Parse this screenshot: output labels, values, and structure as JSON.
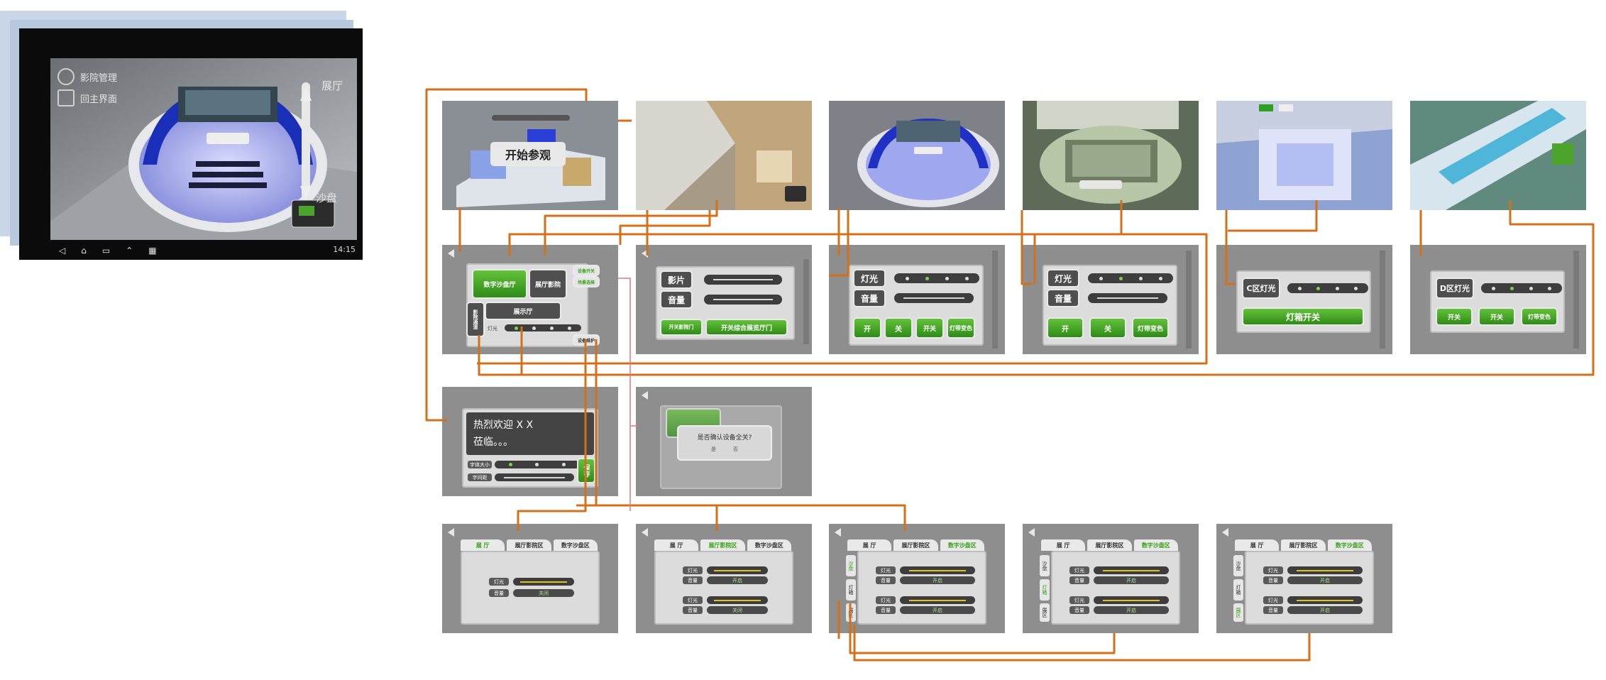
{
  "hero": {
    "menu_items": [
      "影院管理",
      "回主界面"
    ],
    "nav_up": "展厅",
    "nav_down": "沙盘",
    "clock": "14:15"
  },
  "screens": {
    "s1": {
      "start_label": "开始参观"
    },
    "s7": {
      "buttons": [
        "数字沙盘厅",
        "展厅影院",
        "展示厅",
        "影院通道",
        "灯光"
      ],
      "side_tabs": [
        "设备开关",
        "场景选择",
        "设备维护"
      ]
    },
    "s8": {
      "row1": "影片",
      "row2": "音量",
      "btn_left": "开关影院门",
      "btn_right": "开关综合展览厅门"
    },
    "s9": {
      "row1": "灯光",
      "row2": "音量",
      "buttons": [
        "开",
        "关",
        "开关",
        "灯带变色"
      ]
    },
    "s10": {
      "row1": "灯光",
      "row2": "音量",
      "buttons": [
        "开",
        "关",
        "灯带变色"
      ]
    },
    "s11": {
      "row1": "C区灯光",
      "main_btn": "灯箱开关"
    },
    "s12": {
      "row1": "D区灯光",
      "buttons": [
        "开关",
        "开关",
        "灯带变色"
      ]
    },
    "s13": {
      "message_line1": "热烈欢迎 X X",
      "message_line2": "莅临。。。",
      "row_font": "字体大小",
      "row_speed": "字间距",
      "save": "保存"
    },
    "s14": {
      "dialog": "是否确认设备全关?",
      "buttons": [
        "是",
        "否"
      ]
    },
    "maint_tabs": [
      "展 厅",
      "展厅影院区",
      "数字沙盘区"
    ],
    "maint_rows": [
      "灯光",
      "音量"
    ],
    "s15": {
      "field": "关闭"
    },
    "s16": {
      "fields": [
        "开启",
        "关闭"
      ]
    },
    "s17": {
      "sides": [
        "沙盘",
        "灯箱",
        "展区"
      ],
      "fields": [
        "开启",
        "开启"
      ]
    },
    "s18": {
      "sides": [
        "沙盘",
        "灯箱",
        "展区"
      ],
      "fields": [
        "开启",
        "开启"
      ]
    },
    "s19": {
      "sides": [
        "沙盘",
        "灯箱",
        "展区"
      ],
      "fields": [
        "开启",
        "开启"
      ]
    }
  },
  "colors": {
    "connector": "#d46f1a",
    "panel": "#8e8e8e",
    "accent_green": "#3f9f22"
  }
}
